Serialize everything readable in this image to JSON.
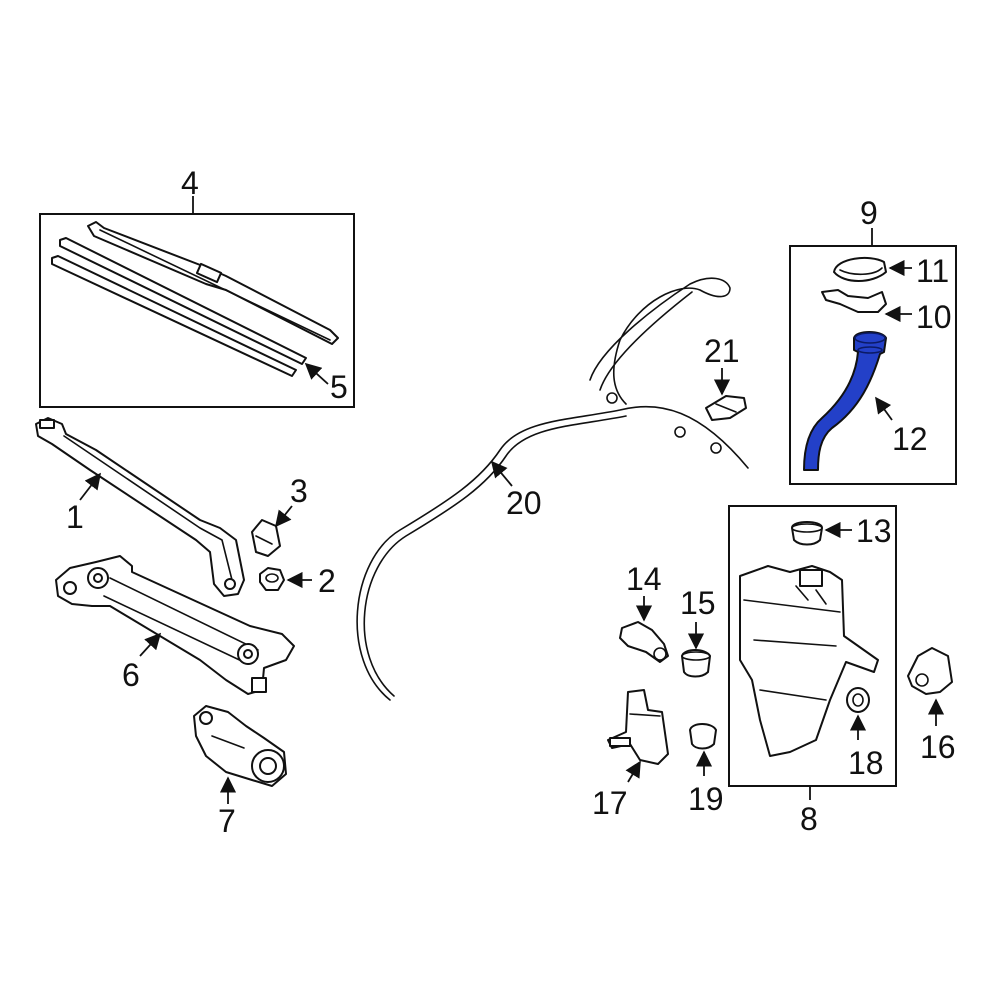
{
  "diagram": {
    "highlight_color": "#2340c8",
    "line_color": "#111111",
    "background_color": "#ffffff",
    "callouts": {
      "c1": "1",
      "c2": "2",
      "c3": "3",
      "c4": "4",
      "c5": "5",
      "c6": "6",
      "c7": "7",
      "c8": "8",
      "c9": "9",
      "c10": "10",
      "c11": "11",
      "c12": "12",
      "c13": "13",
      "c14": "14",
      "c15": "15",
      "c16": "16",
      "c17": "17",
      "c18": "18",
      "c19": "19",
      "c20": "20",
      "c21": "21"
    },
    "highlighted_part": "12"
  }
}
